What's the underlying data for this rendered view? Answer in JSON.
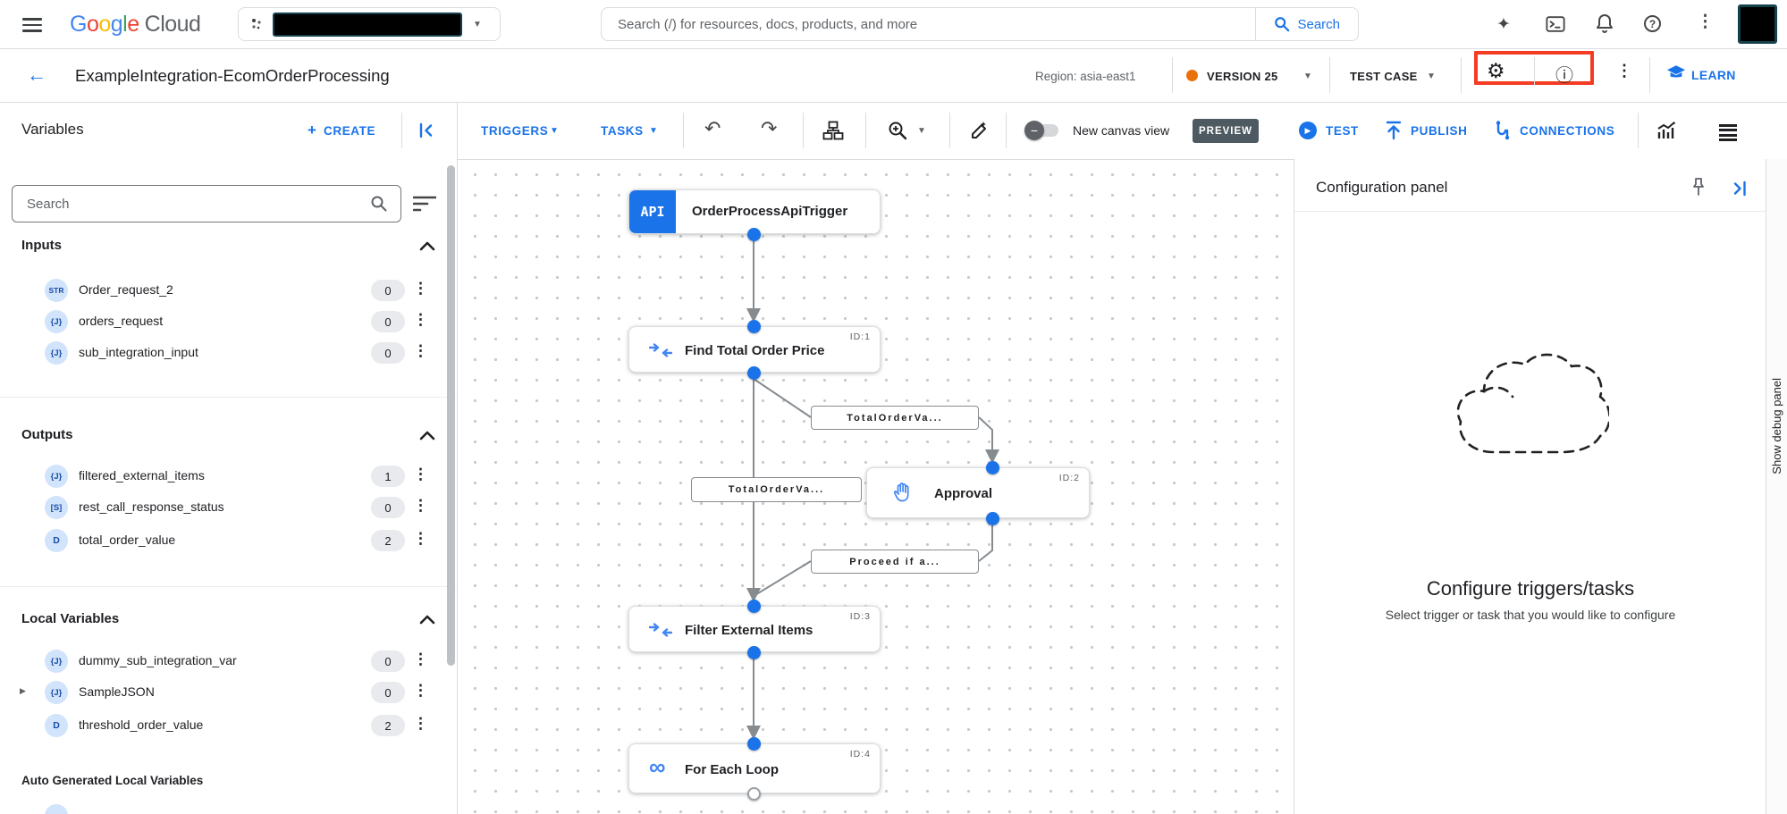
{
  "colors": {
    "accent": "#1a73e8",
    "highlight_red": "#f43b24",
    "version_dot": "#e8710a",
    "preview_badge": "#4d5a62",
    "node_blue": "#1a73e8",
    "type_badge_bg": "#d2e3fc"
  },
  "topbar": {
    "logo": {
      "letters": [
        {
          "ch": "G",
          "color": "#4285F4"
        },
        {
          "ch": "o",
          "color": "#EA4335"
        },
        {
          "ch": "o",
          "color": "#FBBC05"
        },
        {
          "ch": "g",
          "color": "#4285F4"
        },
        {
          "ch": "l",
          "color": "#34A853"
        },
        {
          "ch": "e",
          "color": "#EA4335"
        }
      ],
      "suffix": "Cloud"
    },
    "search_placeholder": "Search (/) for resources, docs, products, and more",
    "search_button": "Search"
  },
  "header": {
    "title": "ExampleIntegration-EcomOrderProcessing",
    "region": "Region: asia-east1",
    "version": "VERSION 25",
    "test_case": "TEST CASE",
    "learn": "LEARN"
  },
  "toolbar": {
    "panel_title": "Variables",
    "create": "CREATE",
    "triggers": "TRIGGERS",
    "tasks": "TASKS",
    "new_canvas_view": "New canvas view",
    "preview": "PREVIEW",
    "test": "TEST",
    "publish": "PUBLISH",
    "connections": "CONNECTIONS"
  },
  "sidebar": {
    "search_placeholder": "Search",
    "sections": [
      {
        "title": "Inputs",
        "items": [
          {
            "type": "STR",
            "name": "Order_request_2",
            "count": "0"
          },
          {
            "type": "{J}",
            "name": "orders_request",
            "count": "0"
          },
          {
            "type": "{J}",
            "name": "sub_integration_input",
            "count": "0"
          }
        ]
      },
      {
        "title": "Outputs",
        "items": [
          {
            "type": "{J}",
            "name": "filtered_external_items",
            "count": "1"
          },
          {
            "type": "[S]",
            "name": "rest_call_response_status",
            "count": "0"
          },
          {
            "type": "D",
            "name": "total_order_value",
            "count": "2"
          }
        ]
      },
      {
        "title": "Local Variables",
        "items": [
          {
            "type": "{J}",
            "name": "dummy_sub_integration_var",
            "count": "0"
          },
          {
            "type": "{J}",
            "name": "SampleJSON",
            "count": "0"
          },
          {
            "type": "D",
            "name": "threshold_order_value",
            "count": "2"
          }
        ]
      }
    ],
    "auto_generated_title": "Auto Generated Local Variables"
  },
  "canvas": {
    "trigger": {
      "badge": "API",
      "label": "OrderProcessApiTrigger"
    },
    "nodes": [
      {
        "id": "ID:1",
        "label": "Find Total Order Price"
      },
      {
        "id": "ID:2",
        "label": "Approval"
      },
      {
        "id": "ID:3",
        "label": "Filter External Items"
      },
      {
        "id": "ID:4",
        "label": "For Each Loop"
      }
    ],
    "edge_labels": [
      {
        "text": "TotalOrderVa..."
      },
      {
        "text": "TotalOrderVa..."
      },
      {
        "text": "Proceed if a..."
      }
    ],
    "infinity_glyph": "∞"
  },
  "config_panel": {
    "title": "Configuration panel",
    "heading": "Configure triggers/tasks",
    "subtext": "Select trigger or task that you would like to configure"
  },
  "debug": {
    "label": "Show debug panel"
  }
}
